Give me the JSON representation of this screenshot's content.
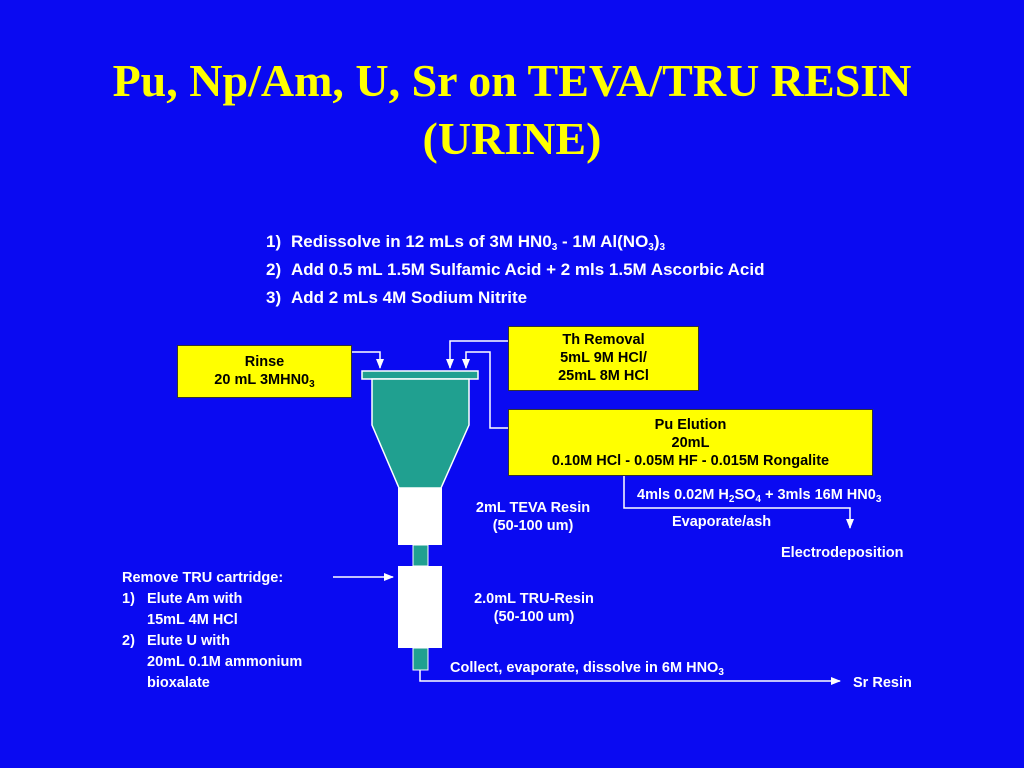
{
  "title": {
    "line1": "Pu, Np/Am, U, Sr on TEVA/TRU RESIN",
    "line2": "(URINE)"
  },
  "steps": [
    {
      "num": "1)",
      "text": "Redissolve in 12 mLs of 3M HN0",
      "sub1": "3",
      "text2": " - 1M Al(NO",
      "sub2": "3",
      "text3": ")",
      "sub3": "3"
    },
    {
      "num": "2)",
      "text": "Add 0.5 mL 1.5M Sulfamic Acid + 2 mls 1.5M Ascorbic Acid"
    },
    {
      "num": "3)",
      "text": "Add 2 mLs 4M Sodium Nitrite"
    }
  ],
  "rinse": {
    "line1": "Rinse",
    "line2": "20 mL 3MHN0",
    "sub": "3"
  },
  "th_removal": {
    "line1": "Th Removal",
    "line2": "5mL 9M HCl/",
    "line3": "25mL 8M HCl"
  },
  "pu_elution": {
    "line1": "Pu Elution",
    "line2": "20mL",
    "line3": "0.10M HCl - 0.05M HF - 0.015M Rongalite"
  },
  "electro_reagent": {
    "a": "4mls 0.02M H",
    "sub1": "2",
    "b": "SO",
    "sub2": "4",
    "c": " + 3mls 16M HN0",
    "sub3": "3"
  },
  "evaporate_ash": "Evaporate/ash",
  "electrodeposition": "Electrodeposition",
  "teva": {
    "line1": "2mL TEVA Resin",
    "line2": "(50-100 um)"
  },
  "tru_resin": {
    "line1": "2.0mL TRU-Resin",
    "line2": "(50-100 um)"
  },
  "remove_tru": {
    "heading": "Remove TRU cartridge:",
    "items": [
      {
        "num": "1)",
        "line1": "Elute Am with",
        "line2": "15mL 4M HCl"
      },
      {
        "num": "2)",
        "line1": "Elute U with",
        "line2": "20mL 0.1M ammonium",
        "line3": "bioxalate"
      }
    ]
  },
  "collect": {
    "text": "Collect, evaporate, dissolve in 6M HNO",
    "sub": "3"
  },
  "sr_resin": "Sr Resin",
  "colors": {
    "background": "#0a0af2",
    "title": "#ffff00",
    "box": "#ffff00",
    "resin": "#20a090",
    "cartridge": "#ffffff"
  }
}
